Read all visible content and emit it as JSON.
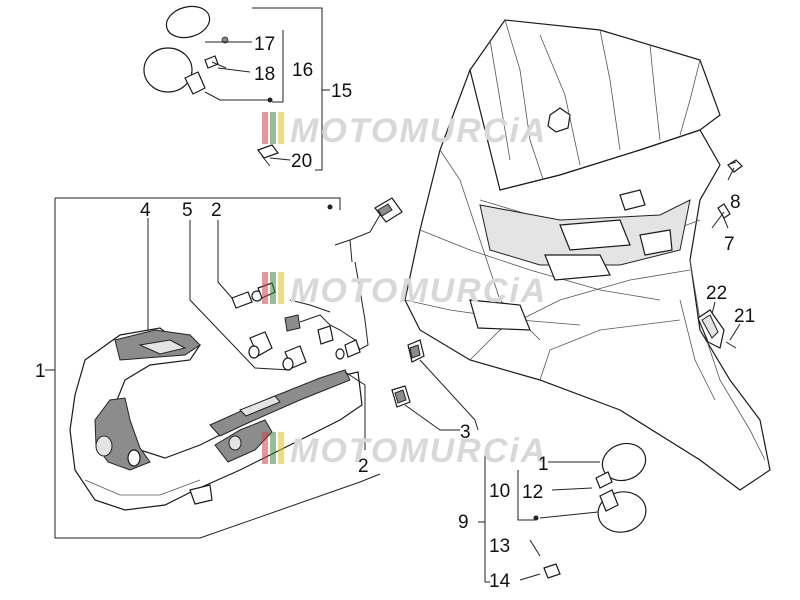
{
  "watermark": {
    "text": "MOTOMURCiA"
  },
  "callouts": {
    "n1": "1",
    "n2a": "2",
    "n2b": "2",
    "n3": "3",
    "n4": "4",
    "n5": "5",
    "n7": "7",
    "n8": "8",
    "n9": "9",
    "n10": "10",
    "n11": "1",
    "n12": "12",
    "n13": "13",
    "n14": "14",
    "n15": "15",
    "n16": "16",
    "n17": "17",
    "n18": "18",
    "n20": "20",
    "n21": "21",
    "n22": "22"
  },
  "colors": {
    "line": "#222222",
    "shade": "#8c8c8c",
    "watermark": "#d8d8d8",
    "stripe_a": "#d94040",
    "stripe_b": "#3a8a3a",
    "stripe_c": "#e0c020"
  }
}
